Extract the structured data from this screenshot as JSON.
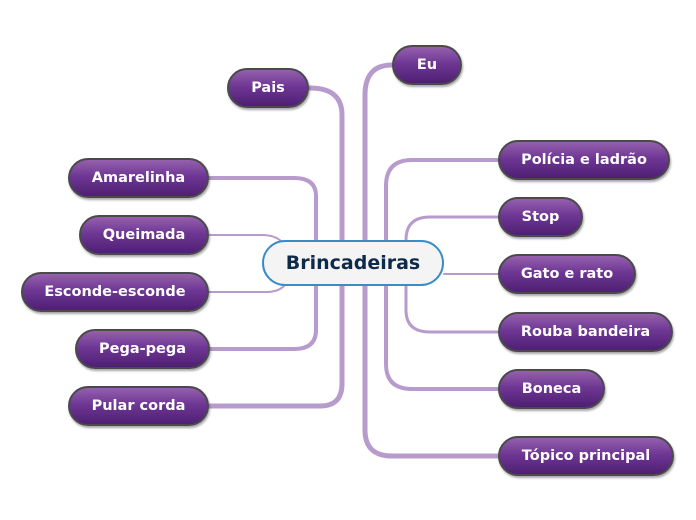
{
  "central": {
    "label": "Brincadeiras"
  },
  "left_topics": [
    {
      "id": "pais",
      "label": "Pais"
    },
    {
      "id": "amarelinha",
      "label": "Amarelinha"
    },
    {
      "id": "queimada",
      "label": "Queimada"
    },
    {
      "id": "esconde-esconde",
      "label": "Esconde-esconde"
    },
    {
      "id": "pega-pega",
      "label": "Pega-pega"
    },
    {
      "id": "pular-corda",
      "label": "Pular corda"
    }
  ],
  "right_topics": [
    {
      "id": "eu",
      "label": "Eu"
    },
    {
      "id": "policia-e-ladrao",
      "label": "Polícia e ladrão"
    },
    {
      "id": "stop",
      "label": "Stop"
    },
    {
      "id": "gato-e-rato",
      "label": "Gato e rato"
    },
    {
      "id": "rouba-bandeira",
      "label": "Rouba bandeira"
    },
    {
      "id": "boneca",
      "label": "Boneca"
    },
    {
      "id": "topico-principal",
      "label": "Tópico principal"
    }
  ],
  "colors": {
    "node_fill": "#6e3794",
    "node_border": "#4a4a4a",
    "connector": "#b79bcc",
    "central_border": "#3a8cc8",
    "central_fill": "#f4f4f4",
    "central_text": "#0e2a4a"
  }
}
